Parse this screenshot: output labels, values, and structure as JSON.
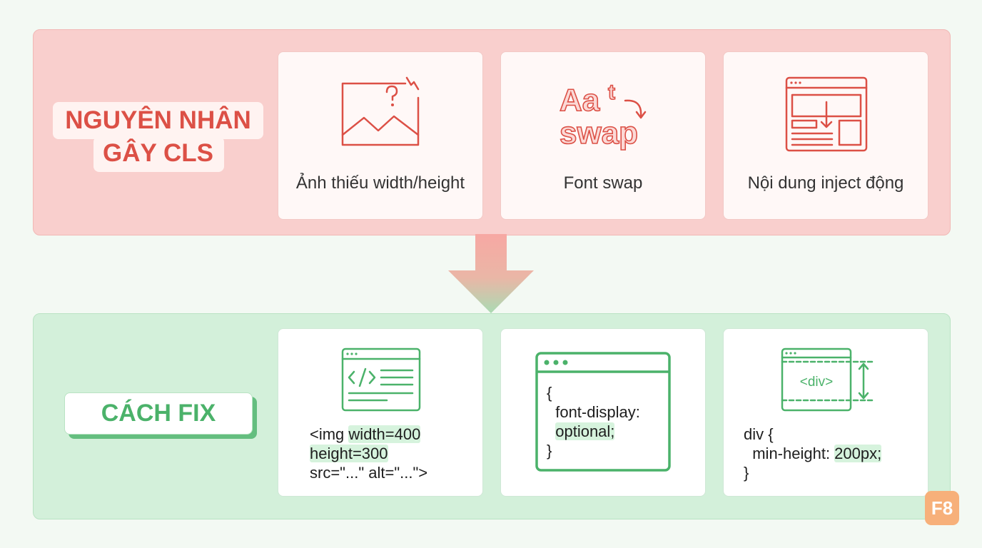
{
  "causes": {
    "title": "NGUYÊN NHÂN\nGÂY CLS",
    "items": [
      {
        "label": "Ảnh thiếu width/height",
        "icon": "broken-image-icon"
      },
      {
        "label": "Font swap",
        "icon": "font-swap-icon",
        "icon_text_top": "Aa",
        "icon_text_sup": "t",
        "icon_text_bottom": "swap"
      },
      {
        "label": "Nội dung inject động",
        "icon": "layout-inject-icon"
      }
    ]
  },
  "fixes": {
    "title": "CÁCH FIX",
    "items": [
      {
        "icon": "code-window-icon",
        "code": {
          "l1_a": "<img ",
          "l1_b": "width=400",
          "l2_a": "height=300",
          "l3_a": "src=\"...\" alt=\"...\">"
        }
      },
      {
        "icon": "browser-window-icon",
        "code": {
          "l1": "{",
          "l2": "  font-display:",
          "l3": "optional;",
          "l4": "}"
        }
      },
      {
        "icon": "div-height-icon",
        "icon_text": "<div>",
        "code": {
          "l1": "div {",
          "l2_a": "  min-height: ",
          "l2_b": "200px;",
          "l3": "}"
        }
      }
    ]
  },
  "badge": "F8",
  "colors": {
    "red_accent": "#dc5046",
    "green_accent": "#4bb26a",
    "causes_panel": "#f9cfcd",
    "fixes_panel": "#d3f0da"
  }
}
